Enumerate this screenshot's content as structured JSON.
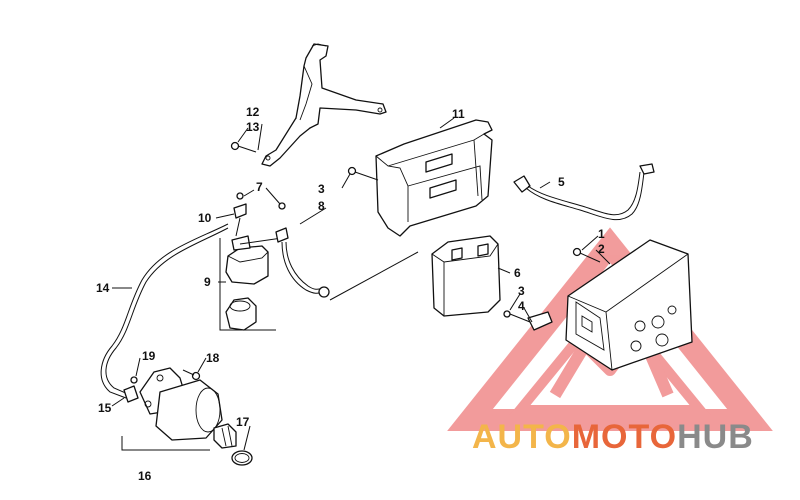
{
  "callouts": {
    "c1": "1",
    "c2": "2",
    "c3a": "3",
    "c3b": "3",
    "c4": "4",
    "c5": "5",
    "c6": "6",
    "c7": "7",
    "c8": "8",
    "c9": "9",
    "c10": "10",
    "c11": "11",
    "c12": "12",
    "c13": "13",
    "c14": "14",
    "c15": "15",
    "c16": "16",
    "c17": "17",
    "c18": "18",
    "c19": "19"
  },
  "watermark": {
    "part1": "AUTO",
    "part2": "MOTO",
    "part3": "HUB",
    "color_orange": "#f3b54a",
    "color_gray": "#8a8a8a",
    "triangle_color": "#e84a4a"
  }
}
